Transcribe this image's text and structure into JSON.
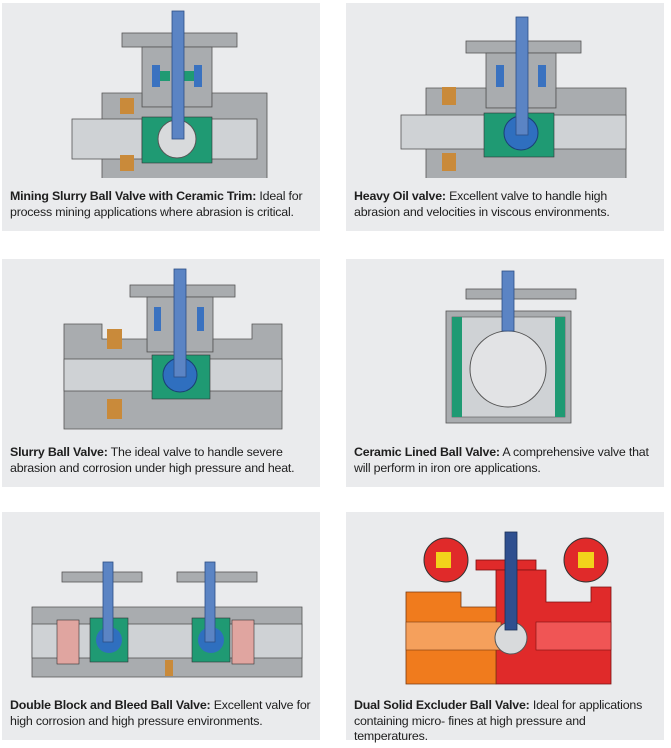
{
  "cards": [
    {
      "title": "Mining Slurry Ball Valve with Ceramic Trim:",
      "desc": " Ideal for process mining applications where abrasion is critical."
    },
    {
      "title": "Heavy Oil valve:",
      "desc": " Excellent valve to handle high abrasion and velocities in viscous environments."
    },
    {
      "title": "Slurry Ball Valve:",
      "desc": " The ideal valve to handle severe abrasion and corrosion under high pressure and heat."
    },
    {
      "title": "Ceramic Lined Ball Valve:",
      "desc": " A comprehensive valve that will perform in iron ore applications."
    },
    {
      "title": "Double Block and Bleed Ball Valve:",
      "desc": " Excellent valve for high corrosion and high pressure environments."
    },
    {
      "title": "Dual Solid Excluder Ball Valve:",
      "desc": " Ideal for applications containing micro- fines at high pressure and temperatures."
    }
  ],
  "colors": {
    "card_bg": "#eaebed",
    "body": "#a9acaf",
    "stem": "#5b84c4",
    "ball": "#2f6fbf",
    "seat": "#1f9a73",
    "bolt": "#c98a3a",
    "red": "#e02a2a",
    "orange": "#f07b1d"
  }
}
